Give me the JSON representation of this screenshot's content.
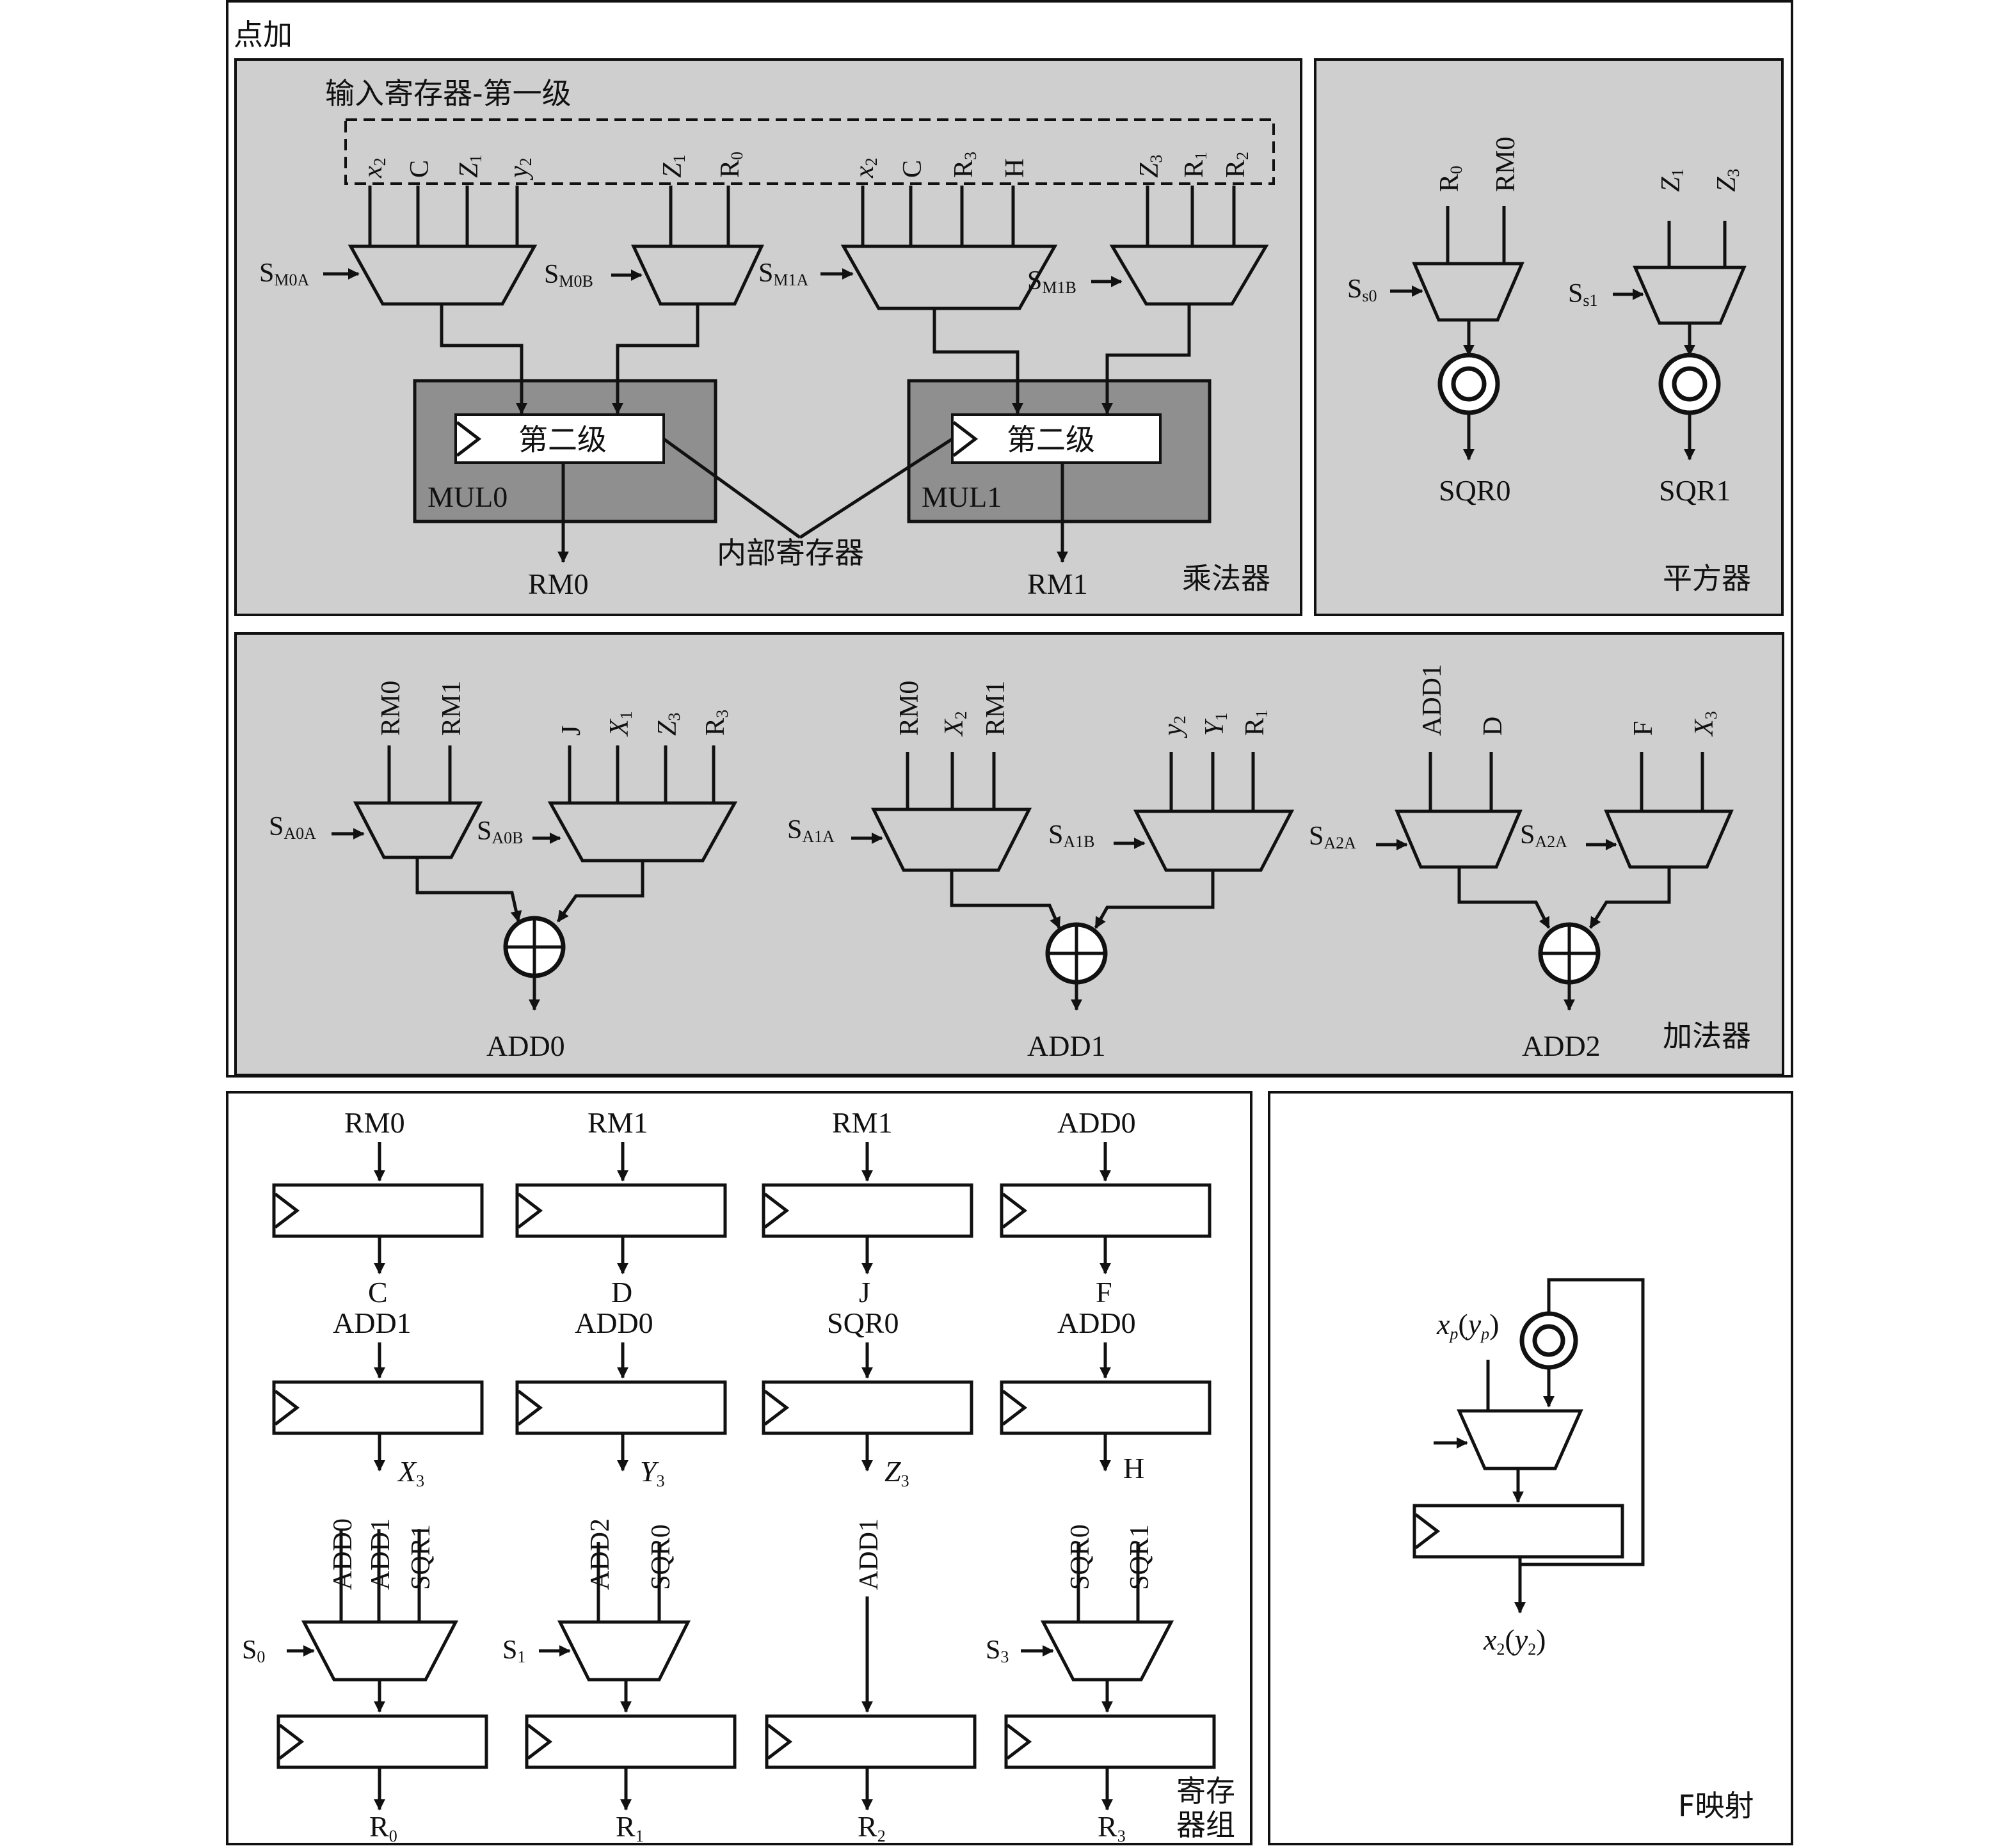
{
  "titles": {
    "point_add": "点加",
    "input_reg": "输入寄存器-第一级",
    "multiplier": "乘法器",
    "squarer": "平方器",
    "adder": "加法器",
    "reg_group_1": "寄存",
    "reg_group_2": "器组",
    "f_map": "F映射",
    "internal_reg": "内部寄存器"
  },
  "multiplier": {
    "mux": [
      {
        "sel": "S",
        "sel_sub": "M0A",
        "inputs": [
          [
            "x",
            "2",
            true
          ],
          [
            "C",
            "",
            false
          ],
          [
            "Z",
            "1",
            true
          ],
          [
            "y",
            "2",
            true
          ]
        ]
      },
      {
        "sel": "S",
        "sel_sub": "M0B",
        "inputs": [
          [
            "Z",
            "1",
            true
          ],
          [
            "R",
            "0",
            false
          ]
        ]
      },
      {
        "sel": "S",
        "sel_sub": "M1A",
        "inputs": [
          [
            "x",
            "2",
            true
          ],
          [
            "C",
            "",
            false
          ],
          [
            "R",
            "3",
            false
          ],
          [
            "H",
            "",
            false
          ]
        ]
      },
      {
        "sel": "S",
        "sel_sub": "M1B",
        "inputs": [
          [
            "Z",
            "3",
            true
          ],
          [
            "R",
            "1",
            false
          ],
          [
            "R",
            "2",
            false
          ]
        ]
      }
    ],
    "stage2": "第二级",
    "mul0": "MUL0",
    "mul1": "MUL1",
    "out0": "RM0",
    "out1": "RM1"
  },
  "squarer": {
    "mux": [
      {
        "sel": "S",
        "sel_sub": "s0",
        "inputs": [
          [
            "R",
            "0",
            false
          ],
          [
            "RM0",
            "",
            false
          ]
        ],
        "out": "SQR0"
      },
      {
        "sel": "S",
        "sel_sub": "s1",
        "inputs": [
          [
            "Z",
            "1",
            true
          ],
          [
            "Z",
            "3",
            true
          ]
        ],
        "out": "SQR1"
      }
    ]
  },
  "adder": {
    "mux": [
      {
        "sel": "S",
        "sel_sub": "A0A",
        "inputs": [
          [
            "RM0",
            "",
            false
          ],
          [
            "RM1",
            "",
            false
          ]
        ]
      },
      {
        "sel": "S",
        "sel_sub": "A0B",
        "inputs": [
          [
            "J",
            "",
            false
          ],
          [
            "X",
            "1",
            true
          ],
          [
            "Z",
            "3",
            true
          ],
          [
            "R",
            "3",
            false
          ]
        ]
      },
      {
        "sel": "S",
        "sel_sub": "A1A",
        "inputs": [
          [
            "RM0",
            "",
            false
          ],
          [
            "X",
            "2",
            true
          ],
          [
            "RM1",
            "",
            false
          ]
        ]
      },
      {
        "sel": "S",
        "sel_sub": "A1B",
        "inputs": [
          [
            "y",
            "2",
            true
          ],
          [
            "Y",
            "1",
            true
          ],
          [
            "R",
            "1",
            false
          ]
        ]
      },
      {
        "sel": "S",
        "sel_sub": "A2A",
        "inputs": [
          [
            "ADD1",
            "",
            false
          ],
          [
            "D",
            "",
            false
          ]
        ]
      },
      {
        "sel": "S",
        "sel_sub": "A2A",
        "inputs": [
          [
            "F",
            "",
            false
          ],
          [
            "X",
            "3",
            true
          ]
        ]
      }
    ],
    "outputs": [
      "ADD0",
      "ADD1",
      "ADD2"
    ]
  },
  "reg_group": {
    "columns": [
      {
        "in1": "RM0",
        "out1": [
          "C",
          "",
          false
        ],
        "in2": "ADD1",
        "out2": [
          "X",
          "3",
          true
        ],
        "mux_in": [
          "ADD0",
          "ADD1",
          "SQR1"
        ],
        "sel": [
          "S",
          "0"
        ],
        "out3": [
          "R",
          "0"
        ]
      },
      {
        "in1": "RM1",
        "out1": [
          "D",
          "",
          false
        ],
        "in2": "ADD0",
        "out2": [
          "Y",
          "3",
          true
        ],
        "mux_in": [
          "ADD2",
          "SQR0"
        ],
        "sel": [
          "S",
          "1"
        ],
        "out3": [
          "R",
          "1"
        ]
      },
      {
        "in1": "RM1",
        "out1": [
          "J",
          "",
          false
        ],
        "in2": "SQR0",
        "out2": [
          "Z",
          "3",
          true
        ],
        "mux_in": [
          "ADD1"
        ],
        "sel": null,
        "out3": [
          "R",
          "2"
        ]
      },
      {
        "in1": "ADD0",
        "out1": [
          "F",
          "",
          false
        ],
        "in2": "ADD0",
        "out2": [
          "H",
          "",
          false
        ],
        "mux_in": [
          "SQR0",
          "SQR1"
        ],
        "sel": [
          "S",
          "3"
        ],
        "out3": [
          "R",
          "3"
        ]
      }
    ]
  },
  "f_map": {
    "input": {
      "a": "x",
      "a_sub": "p",
      "b": "y",
      "b_sub": "p"
    },
    "output": {
      "a": "x",
      "a_sub": "2",
      "b": "y",
      "b_sub": "2"
    }
  }
}
